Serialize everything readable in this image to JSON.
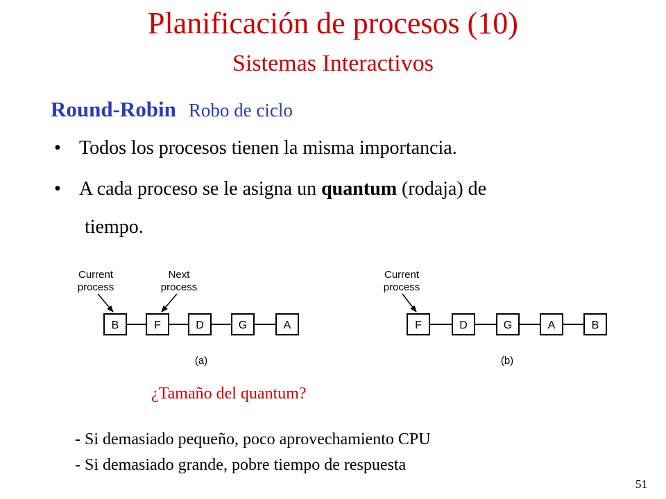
{
  "header": {
    "title": "Planificación de procesos (10)",
    "subtitle": "Sistemas Interactivos"
  },
  "section": {
    "title": "Round-Robin",
    "subtitle": "Robo de ciclo"
  },
  "bullets": [
    {
      "text": "Todos los procesos tienen la misma importancia."
    },
    {
      "text_before": "A cada proceso se le asigna un ",
      "bold": "quantum",
      "text_after": " (rodaja) de",
      "continuation": "tiempo."
    }
  ],
  "diagram_a": {
    "caption": "(a)",
    "current_label": [
      "Current",
      "process"
    ],
    "next_label": [
      "Next",
      "process"
    ],
    "nodes": [
      "B",
      "F",
      "D",
      "G",
      "A"
    ]
  },
  "diagram_b": {
    "caption": "(b)",
    "current_label": [
      "Current",
      "process"
    ],
    "nodes": [
      "F",
      "D",
      "G",
      "A",
      "B"
    ]
  },
  "question": "¿Tamaño del quantum?",
  "notes": [
    "- Si demasiado pequeño, poco aprovechamiento CPU",
    "- Si demasiado grande, pobre tiempo de respuesta"
  ],
  "page_number": "51",
  "colors": {
    "title": "#cc0000",
    "section": "#2a3ab8",
    "diagram": "#000000"
  }
}
